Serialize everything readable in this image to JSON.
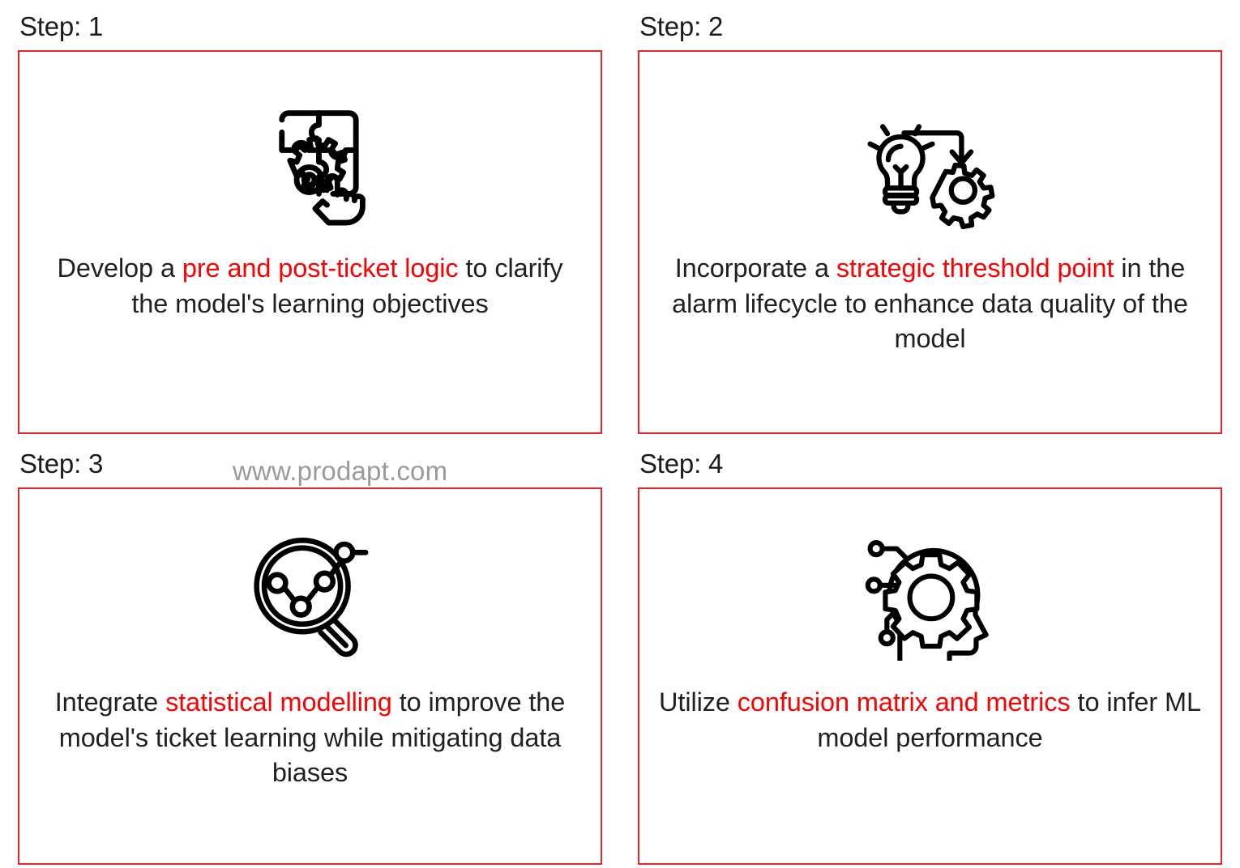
{
  "theme": {
    "background": "#ffffff",
    "card_border": "#e8252b",
    "text": "#231f20",
    "highlight": "#fe0000",
    "watermark": "#9a9a9a"
  },
  "watermark": {
    "text": "www.prodapt.com"
  },
  "steps": [
    {
      "label": "Step: 1",
      "icon": "puzzle-gear-hand-icon",
      "caption_parts": [
        {
          "text": "Develop a ",
          "highlight": false
        },
        {
          "text": "pre and post-ticket logic",
          "highlight": true
        },
        {
          "text": " to clarify the model's learning objectives",
          "highlight": false
        }
      ],
      "caption_plain": "Develop a pre and post-ticket logic to clarify the model's learning objectives"
    },
    {
      "label": "Step: 2",
      "icon": "lightbulb-gear-arrow-icon",
      "caption_parts": [
        {
          "text": "Incorporate a ",
          "highlight": false
        },
        {
          "text": "strategic threshold point",
          "highlight": true
        },
        {
          "text": " in the alarm lifecycle to enhance data quality of the model",
          "highlight": false
        }
      ],
      "caption_plain": "Incorporate a strategic threshold point in the alarm lifecycle to enhance data quality of the model"
    },
    {
      "label": "Step: 3",
      "icon": "magnifier-linechart-icon",
      "caption_parts": [
        {
          "text": "Integrate ",
          "highlight": false
        },
        {
          "text": "statistical modelling",
          "highlight": true
        },
        {
          "text": " to improve the model's ticket learning while mitigating data biases",
          "highlight": false
        }
      ],
      "caption_plain": "Integrate statistical modelling to improve the model's ticket learning while mitigating data biases"
    },
    {
      "label": "Step: 4",
      "icon": "head-gear-ai-icon",
      "caption_parts": [
        {
          "text": "Utilize ",
          "highlight": false
        },
        {
          "text": "confusion matrix and metrics",
          "highlight": true
        },
        {
          "text": " to infer ML model performance",
          "highlight": false
        }
      ],
      "caption_plain": "Utilize confusion matrix and metrics to infer ML model performance"
    }
  ]
}
